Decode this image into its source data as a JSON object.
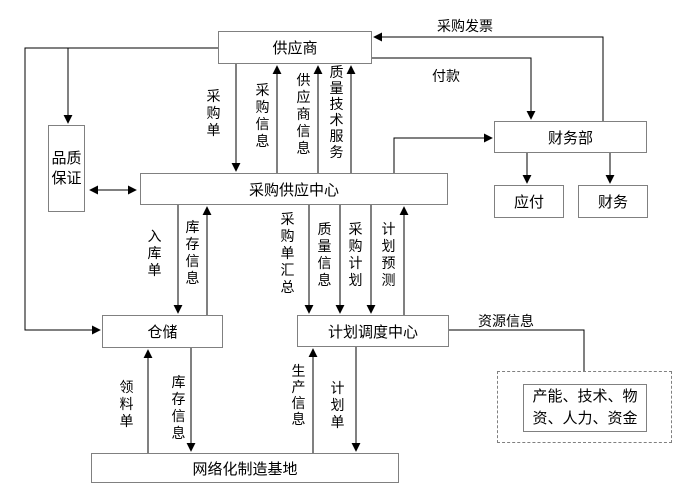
{
  "diagram": {
    "type": "data-flow-diagram",
    "language": "zh-CN",
    "colors": {
      "background": "#ffffff",
      "box_border": "#808080",
      "connector": "#000000",
      "text": "#000000"
    }
  },
  "nodes": {
    "supplier": {
      "label": "供应商"
    },
    "quality_assurance": {
      "label": "品质保证"
    },
    "procurement_center": {
      "label": "采购供应中心"
    },
    "finance_dept": {
      "label": "财务部"
    },
    "payable": {
      "label": "应付"
    },
    "finance": {
      "label": "财务"
    },
    "warehouse": {
      "label": "仓储"
    },
    "planning_center": {
      "label": "计划调度中心"
    },
    "manufacturing_base": {
      "label": "网络化制造基地"
    },
    "resources": {
      "line1": "产能、技术、物",
      "line2": "资、人力、资金"
    }
  },
  "edge_labels": {
    "purchase_invoice": "采购发票",
    "payment": "付款",
    "purchase_order": "采购单",
    "purchase_info": "采购信息",
    "supplier_info": "供应商信息",
    "quality_tech_service": "质量技术服务",
    "inbound_order": "入库单",
    "inventory_info_to_center": "库存信息",
    "po_summary": "采购单汇总",
    "quality_info": "质量信息",
    "purchase_plan": "采购计划",
    "plan_forecast": "计划预测",
    "resource_info": "资源信息",
    "material_requisition": "领料单",
    "inventory_info_to_base": "库存信息",
    "production_info": "生产信息",
    "plan_order": "计划单"
  }
}
